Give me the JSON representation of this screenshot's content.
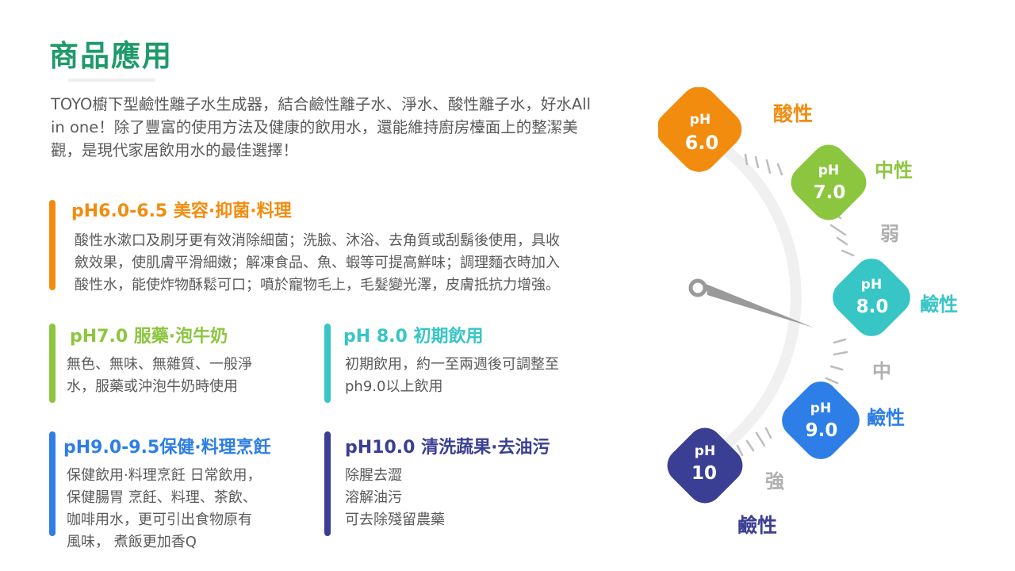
{
  "header": {
    "title": "商品應用"
  },
  "intro": {
    "text": "TOYO櫥下型鹼性離子水生成器，結合鹼性離子水、淨水、酸性離子水，好水All in one！除了豐富的使用方法及健康的飲用水，還能維持廚房檯面上的整潔美觀，是現代家居飲用水的最佳選擇！"
  },
  "sections": [
    {
      "title": "pH6.0-6.5 美容·抑菌·料理",
      "color": "#f28c0f",
      "lines": [
        "酸性水漱口及刷牙更有效消除細菌；洗臉、沐浴、去角質或刮鬍後使用，具收",
        "斂效果，使肌膚平滑細嫩；解凍食品、魚、蝦等可提高鮮味；調理麵衣時加入",
        "酸性水，能使炸物酥鬆可口；噴於寵物毛上，毛髮變光澤，皮膚抵抗力增強。"
      ]
    },
    {
      "title": "pH7.0 服藥·泡牛奶",
      "color": "#8cc63f",
      "lines": [
        "無色、無味、無雜質、一般淨",
        "水，服藥或沖泡牛奶時使用"
      ]
    },
    {
      "title": "pH 8.0 初期飲用",
      "color": "#38c5c5",
      "lines": [
        "初期飲用，約一至兩週後可調整至",
        "ph9.0以上飲用"
      ]
    },
    {
      "title": "pH9.0-9.5保健·料理烹飪",
      "color": "#2d7ee6",
      "lines": [
        "保健飲用·料理烹飪 日常飲用，",
        "保健腸胃 烹飪、料理、茶飲、",
        "咖啡用水，更可引出食物原有",
        "風味， 煮飯更加香Q"
      ]
    },
    {
      "title": "pH10.0 清洗蔬果·去油污",
      "color": "#3a3f94",
      "lines": [
        "除腥去澀",
        "溶解油污",
        "可去除殘留農藥"
      ]
    }
  ],
  "gauge": {
    "badges": [
      {
        "ph_label": "pH",
        "value": "6.0",
        "name": "酸性",
        "color": "#f28c0f"
      },
      {
        "ph_label": "pH",
        "value": "7.0",
        "name": "中性",
        "color": "#8cc63f"
      },
      {
        "ph_label": "pH",
        "value": "8.0",
        "name": "鹼性",
        "color": "#38c5c5"
      },
      {
        "ph_label": "pH",
        "value": "9.0",
        "name": "鹼性",
        "color": "#2d7ee6"
      },
      {
        "ph_label": "pH",
        "value": "10",
        "name": "鹼性",
        "color": "#3a3f94"
      }
    ],
    "strength_labels": [
      "弱",
      "中",
      "強"
    ]
  }
}
